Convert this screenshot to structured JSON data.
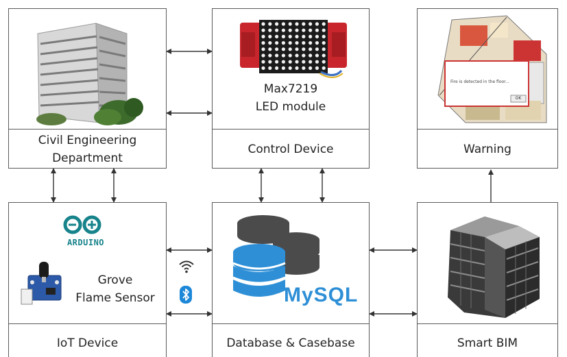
{
  "boxes": {
    "civil": {
      "caption_line1": "Civil Engineering",
      "caption_line2": "Department"
    },
    "control": {
      "module_line1": "Max7219",
      "module_line2": "LED module",
      "caption": "Control Device"
    },
    "warning": {
      "caption": "Warning",
      "dialog_text": "Fire is detected in the floor...",
      "dialog_button": "OK"
    },
    "iot": {
      "logo_text": "ARDUINO",
      "sensor_line1": "Grove",
      "sensor_line2": "Flame Sensor",
      "caption": "IoT Device"
    },
    "database": {
      "logo_text": "MySQL",
      "caption": "Database & Casebase"
    },
    "bim": {
      "caption": "Smart BIM"
    }
  },
  "icons": [
    "wifi-icon",
    "bluetooth-icon",
    "building-photo",
    "led-matrix",
    "floorplan-warning",
    "arduino-logo",
    "flame-sensor",
    "mysql-database-icon",
    "bim-building-model"
  ],
  "colors": {
    "border": "#5a5a5a",
    "arrow": "#333333",
    "mysql_blue": "#2e8fd6",
    "db_dark": "#4b4b4b",
    "arduino_teal": "#17838b",
    "led_red": "#c8262c"
  }
}
